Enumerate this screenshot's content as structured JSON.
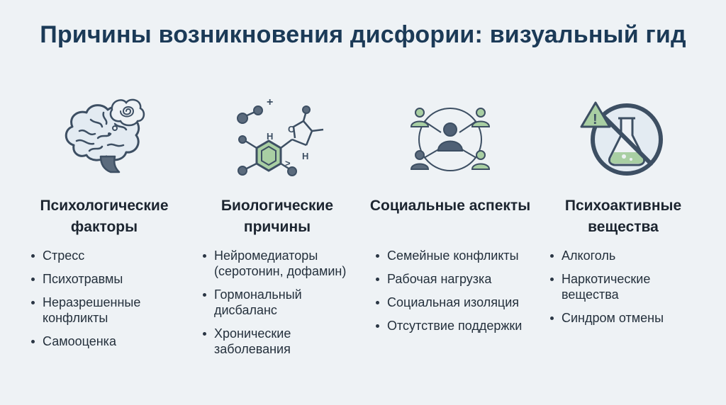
{
  "title": "Причины возникновения дисфории: визуальный гид",
  "colors": {
    "title": "#1b3a57",
    "icon_stroke": "#3d4f63",
    "icon_fill_light": "#e3ebf2",
    "accent_green": "#a9cfa3",
    "accent_slate": "#5b6b7d"
  },
  "columns": [
    {
      "icon": "brain-icon",
      "heading": "Психологические факторы",
      "items": [
        "Стресс",
        "Психотравмы",
        "Неразрешенные конфликты",
        "Самооценка"
      ]
    },
    {
      "icon": "molecule-icon",
      "heading": "Биологические причины",
      "items": [
        "Нейромедиаторы (серотонин, дофамин)",
        "Гормональный дисбаланс",
        "Хронические заболевания"
      ]
    },
    {
      "icon": "people-network-icon",
      "heading": "Социальные аспекты",
      "items": [
        "Семейные конфликты",
        "Рабочая нагрузка",
        "Социальная изоляция",
        "Отсутствие поддержки"
      ]
    },
    {
      "icon": "prohibited-substances-icon",
      "heading": "Психоактивные вещества",
      "items": [
        "Алкоголь",
        "Наркотические вещества",
        "Синдром отмены"
      ]
    }
  ],
  "molecule_labels": {
    "plus": "+",
    "oxygen": "O",
    "hydrogen_1": "H",
    "hydrogen_2": "H",
    "arrow": ">"
  },
  "warning_label": "!"
}
